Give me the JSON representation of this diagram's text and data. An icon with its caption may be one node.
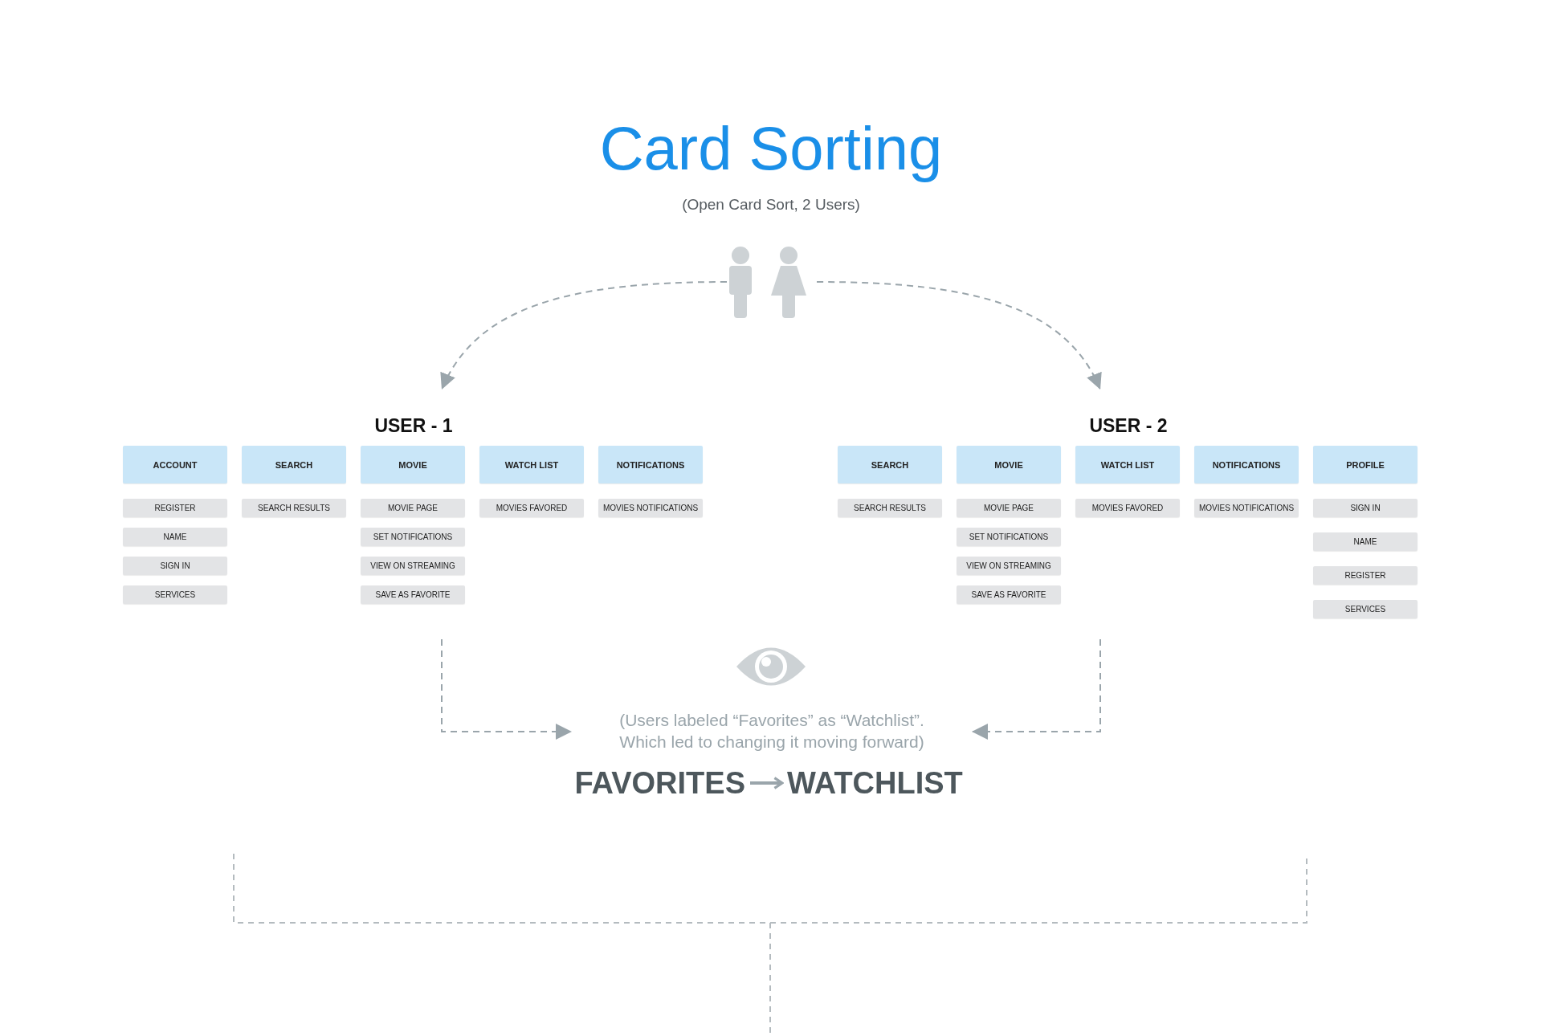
{
  "diagram": {
    "title": "Card Sorting",
    "nodes": [
      {
        "text": [],
        "shape": "person"
      },
      {
        "text": [
          "USER - 1"
        ]
      },
      {
        "text": [
          "ACCOUNT"
        ],
        "in": 1
      },
      {
        "text": [
          "REGISTER"
        ],
        "in": 1
      },
      {
        "text": [
          "NAME"
        ],
        "in": 1
      },
      {
        "text": [
          "SIGN IN"
        ],
        "in": 1
      },
      {
        "text": [
          "SERVICES"
        ],
        "in": 1
      },
      {
        "text": [
          "SEARCH"
        ],
        "in": 1
      },
      {
        "text": [
          "SEARCH RESULTS"
        ],
        "in": 1
      },
      {
        "text": [
          "MOVIE"
        ],
        "in": 1
      },
      {
        "text": [
          "MOVIE PAGE"
        ],
        "in": 1
      },
      {
        "text": [
          "SET NOTIFICATIONS"
        ],
        "in": 1
      },
      {
        "text": [
          "VIEW ON STREAMING"
        ],
        "in": 1
      },
      {
        "text": [
          "SAVE AS FAVORITE"
        ],
        "in": 1
      },
      {
        "text": [
          "WATCH LIST"
        ],
        "in": 1
      },
      {
        "text": [
          "MOVIES FAVORED"
        ],
        "in": 1
      },
      {
        "text": [
          "NOTIFICATIONS"
        ],
        "in": 1
      },
      {
        "text": [
          "MOVIES NOTIFICATIONS"
        ],
        "in": 1
      },
      {
        "text": [
          "USER - 2"
        ]
      },
      {
        "text": [
          "SEARCH"
        ],
        "in": 18
      },
      {
        "text": [
          "SEARCH RESULTS"
        ],
        "in": 18
      },
      {
        "text": [
          "MOVIE"
        ],
        "in": 18
      },
      {
        "text": [
          "MOVIE PAGE"
        ],
        "in": 18
      },
      {
        "text": [
          "SET NOTIFICATIONS"
        ],
        "in": 18
      },
      {
        "text": [
          "VIEW ON STREAMING"
        ],
        "in": 18
      },
      {
        "text": [
          "SAVE AS FAVORITE"
        ],
        "in": 18
      },
      {
        "text": [
          "WATCH LIST"
        ],
        "in": 18
      },
      {
        "text": [
          "MOVIES FAVORED"
        ],
        "in": 18
      },
      {
        "text": [
          "NOTIFICATIONS"
        ],
        "in": 18
      },
      {
        "text": [
          "MOVIES NOTIFICATIONS"
        ],
        "in": 18
      },
      {
        "text": [
          "PROFILE"
        ],
        "in": 18
      },
      {
        "text": [
          "SIGN IN"
        ],
        "in": 18
      },
      {
        "text": [
          "NAME"
        ],
        "in": 18
      },
      {
        "text": [
          "REGISTER"
        ],
        "in": 18
      },
      {
        "text": [
          "SERVICES"
        ],
        "in": 18
      },
      {
        "text": [
          "(Users labeled “Favorites” as “Watchlist”. Which led to changing it moving forward)"
        ]
      },
      {
        "text": [
          "FAVORITES"
        ]
      },
      {
        "text": [
          "WATCHLIST"
        ]
      }
    ],
    "edges": [
      {
        "from": 0,
        "to": 1,
        "arrow": "to",
        "style": "dashed"
      },
      {
        "from": 0,
        "to": 18,
        "arrow": "to",
        "style": "dashed"
      },
      {
        "from": 1,
        "to": 35,
        "arrow": "to",
        "style": "dashed"
      },
      {
        "from": 18,
        "to": 35,
        "arrow": "to",
        "style": "dashed"
      },
      {
        "from": 36,
        "to": 37,
        "arrow": "to"
      }
    ],
    "labels": [
      "(Open Card Sort, 2 Users)"
    ]
  }
}
